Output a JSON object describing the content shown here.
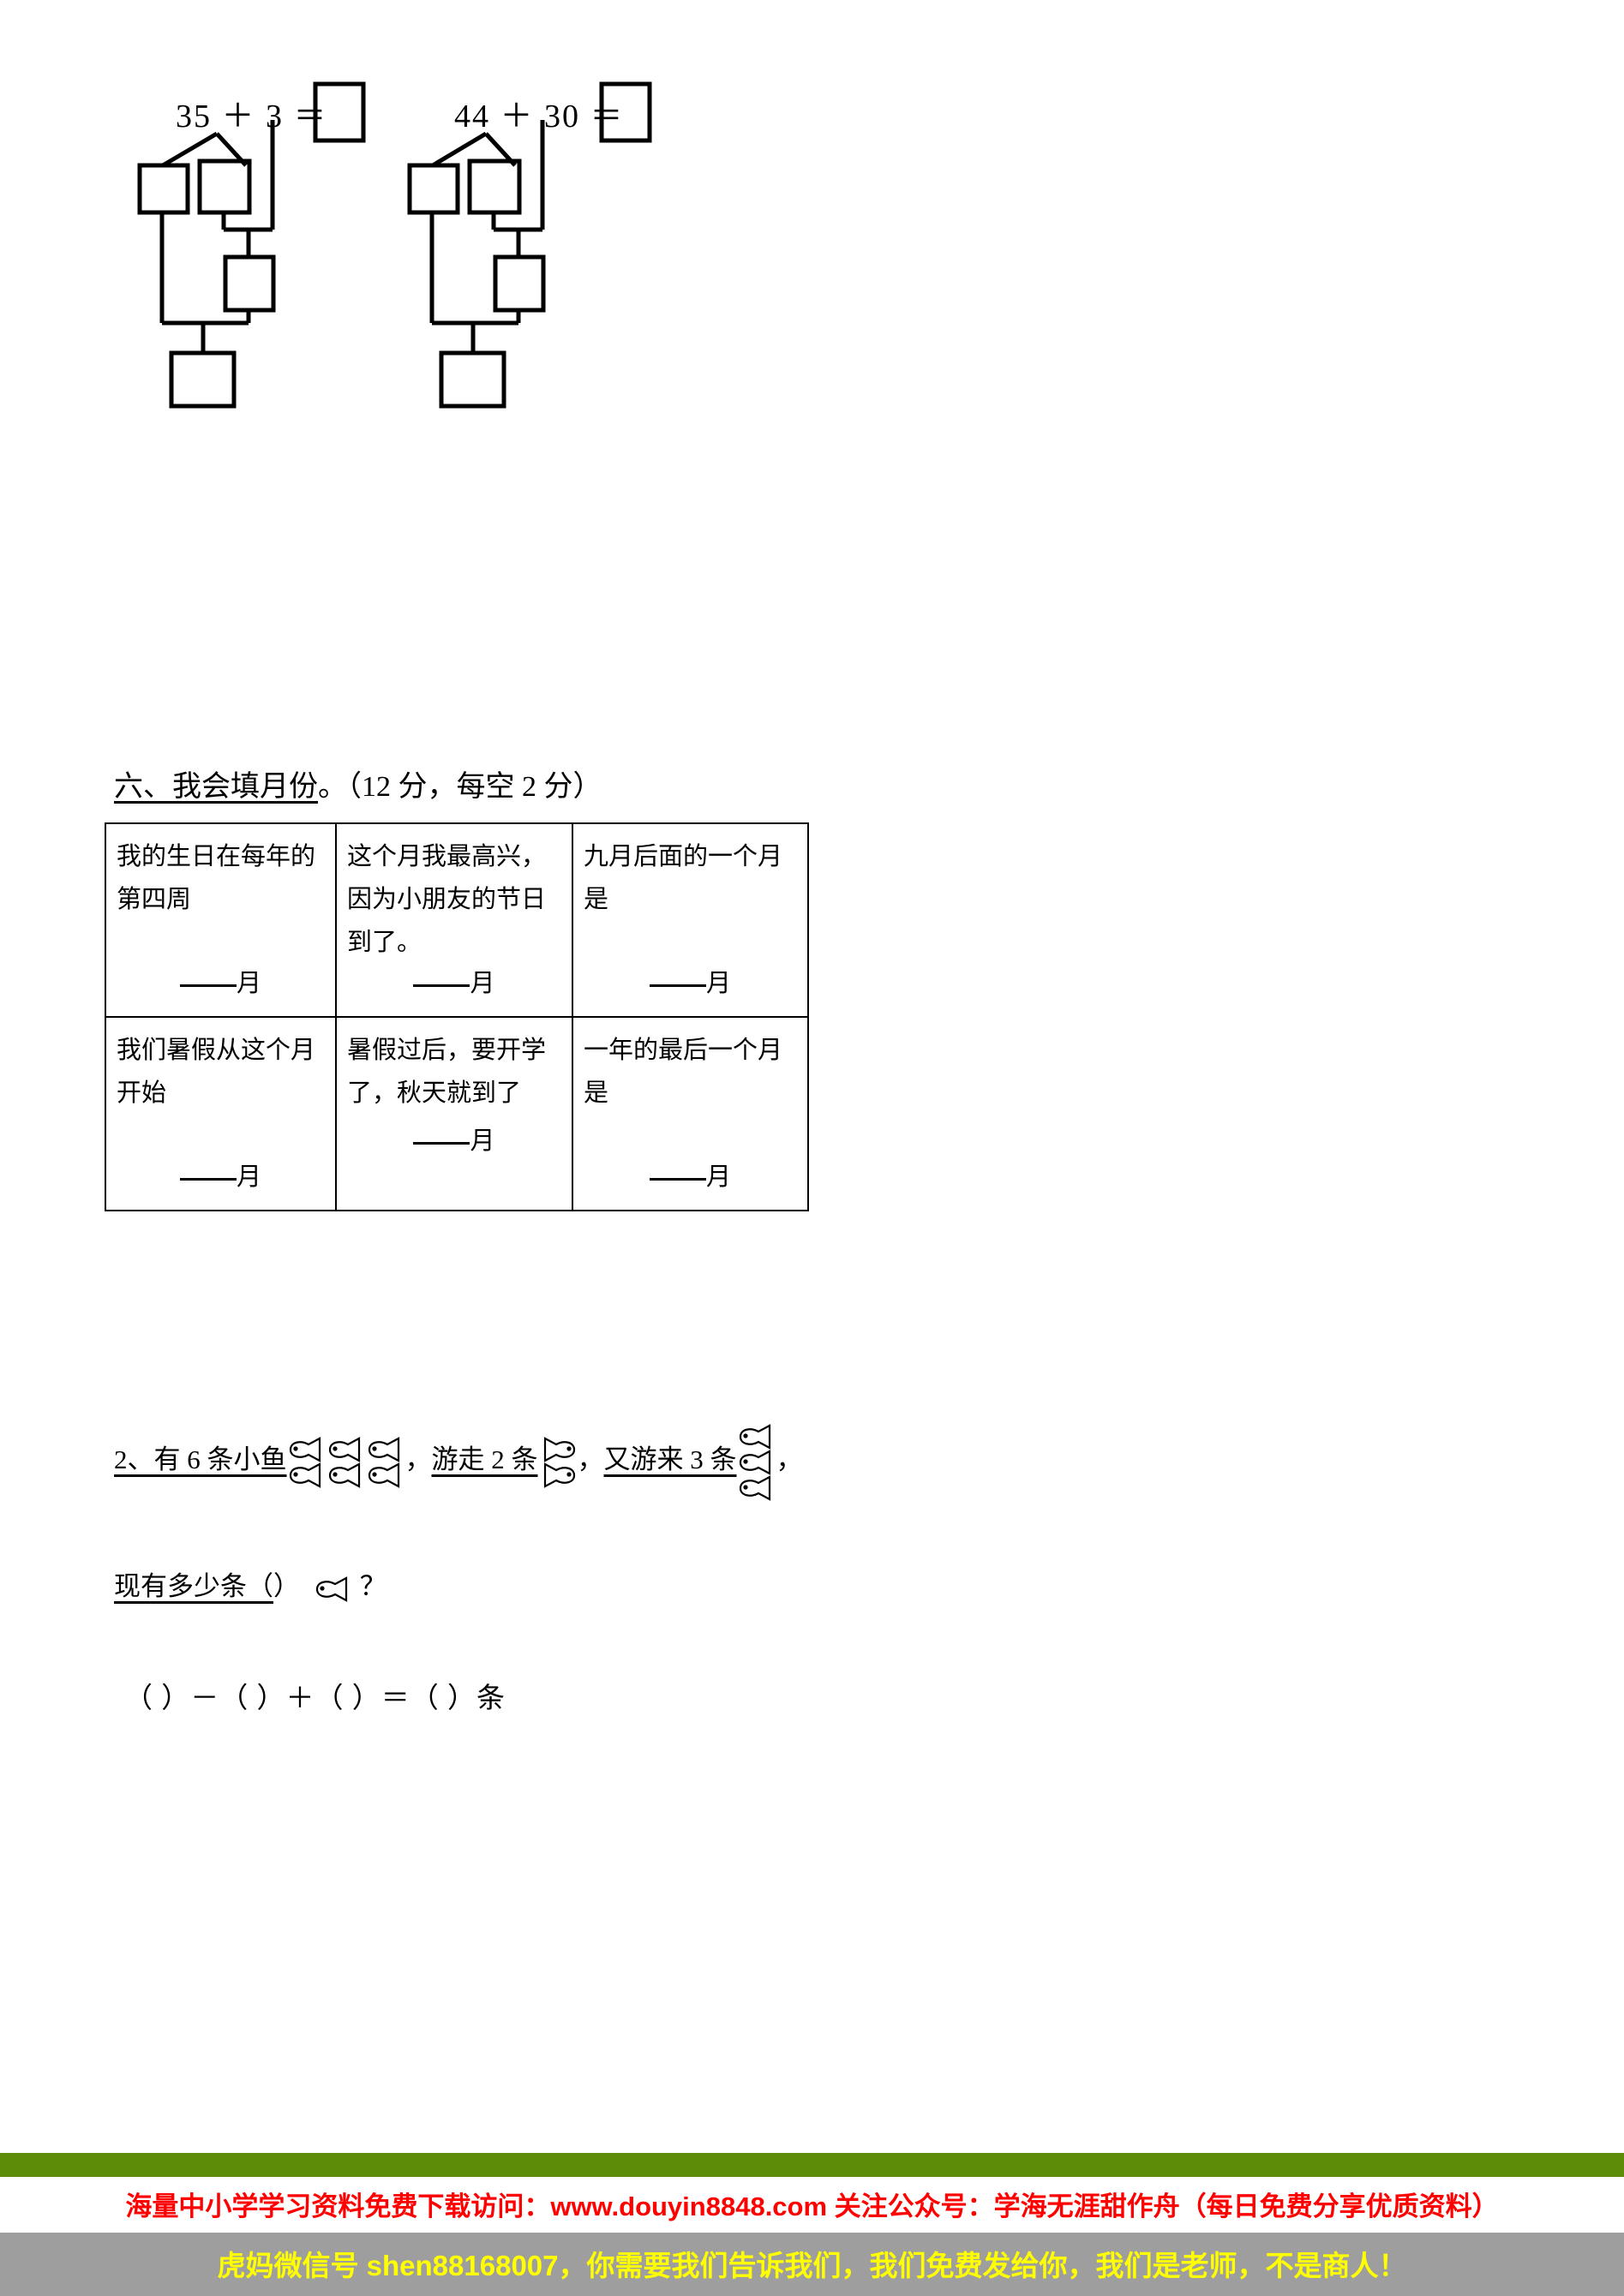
{
  "bonds": {
    "problem1": {
      "equation": "35 ＋ 3 ＝",
      "top_number": "35",
      "operator": "＋",
      "addend": "3",
      "equals": "＝"
    },
    "problem2": {
      "equation": "44 ＋ 30 ＝",
      "top_number": "44",
      "operator": "＋",
      "addend": "30",
      "equals": "＝"
    }
  },
  "section": {
    "number": "六、",
    "title": "我会填月份。",
    "points": "（12 分，每空 2 分）",
    "heading_underlined": "六、我会填月份",
    "heading_rest": "。（12 分，每空 2 分）"
  },
  "month_table": {
    "rows": [
      {
        "cells": [
          {
            "lines": [
              "我的生日在每年的",
              "第四周"
            ],
            "answer_suffix": "月"
          },
          {
            "lines": [
              "这个月我最高兴，",
              "因为小朋友的节日",
              "到了。"
            ],
            "answer_suffix": "月"
          },
          {
            "lines": [
              "九月后面的一个月",
              "是"
            ],
            "answer_suffix": "月"
          }
        ]
      },
      {
        "cells": [
          {
            "lines": [
              "我们暑假从这个月",
              "开始"
            ],
            "answer_suffix": "月"
          },
          {
            "lines": [
              "暑假过后，要开学",
              "了，秋天就到了"
            ],
            "answer_suffix": "月"
          },
          {
            "lines": [
              "一年的最后一个月",
              "是"
            ],
            "answer_suffix": "月"
          }
        ]
      }
    ]
  },
  "fish_problem": {
    "number": "2、",
    "part1": "有 6 条小鱼",
    "fish_count_1": 6,
    "comma1": "，",
    "part2": "游走 2 条",
    "fish_count_2": 2,
    "comma2": "，",
    "part3": "又游来 3 条",
    "fish_count_3": 3,
    "comma3": "，",
    "question": "现有多少条（",
    "question_close": "）",
    "question_mark": "？",
    "equation": "（        ）－（        ）＋（        ）＝（        ）条"
  },
  "footer": {
    "red_line": "海量中小学学习资料免费下载访问：www.douyin8848.com  关注公众号：学海无涯甜作舟（每日免费分享优质资料）",
    "yellow_line": "虎妈微信号 shen88168007，你需要我们告诉我们，我们免费发给你，我们是老师，不是商人！",
    "colors": {
      "green_bar": "#5d8c09",
      "red_text": "#ff0000",
      "gray_bar": "#9e9e9e",
      "yellow_text": "#ffff00"
    }
  }
}
